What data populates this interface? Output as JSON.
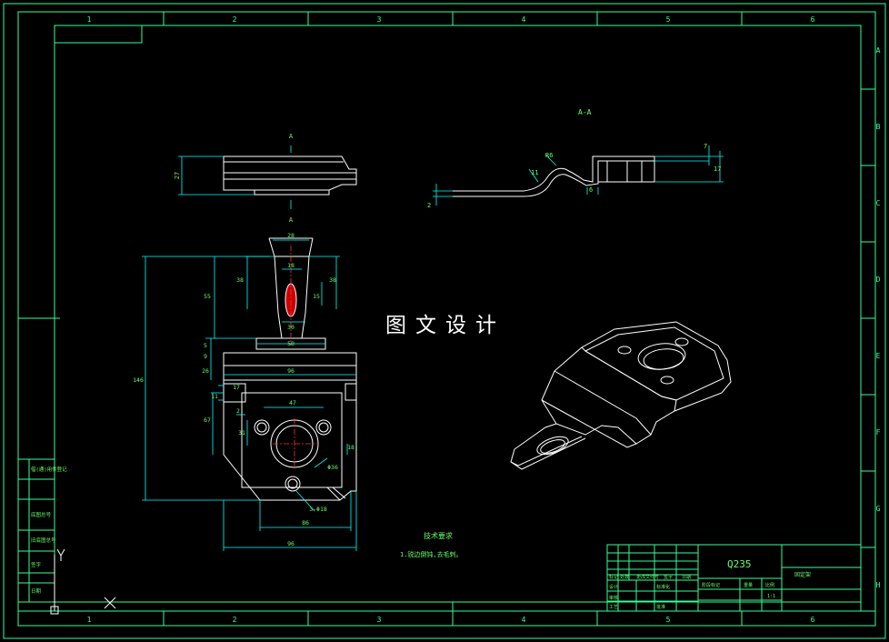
{
  "colors": {
    "background": "#000000",
    "frame": "#33ff99",
    "part_outline": "#ffffff",
    "dimension": "#00ffff",
    "text_green": "#66ff66",
    "centerline_red": "#ff3333",
    "fill_red": "#cc0000"
  },
  "border": {
    "columns": [
      "1",
      "2",
      "3",
      "4",
      "5",
      "6"
    ],
    "rows": [
      "A",
      "B",
      "C",
      "D",
      "E",
      "F",
      "G",
      "H"
    ]
  },
  "views": {
    "top_view_label": "A",
    "bottom_view_label": "A",
    "section_label": "A-A"
  },
  "watermark": "图文设计",
  "dimensions": {
    "front_top_width": "28",
    "front_hole_width": "18",
    "front_left_38": "38",
    "front_right_38": "38",
    "front_r15": "15",
    "front_55": "55",
    "front_mid_30": "30",
    "front_50": "50",
    "front_total_height": "146",
    "front_5": "5",
    "front_9": "9",
    "front_26": "26",
    "front_96_top": "96",
    "front_17": "17",
    "front_11": "11",
    "front_47": "47",
    "front_2": "2",
    "front_67": "67",
    "front_31": "31",
    "front_18": "18",
    "front_phi36": "Φ36",
    "front_holes": "3-Φ18",
    "front_86": "86",
    "front_96_bottom": "96",
    "top_view_height": "27",
    "section_r6": "R6",
    "section_11": "11",
    "section_6": "6",
    "section_2": "2",
    "section_7": "7",
    "section_17": "17"
  },
  "tech_requirements": {
    "title": "技术要求",
    "line1": "1.锐边倒钝,去毛刺。"
  },
  "left_side_table": {
    "cells": [
      "借(通)用件登记",
      "旧底图总号",
      "底图总号",
      "签字",
      "日期"
    ]
  },
  "title_block": {
    "material": "Q235",
    "part_name": "固定架",
    "header_cells": [
      "标记",
      "处数",
      "更改文件号",
      "签字",
      "日期"
    ],
    "row_cells": [
      "设计",
      "审核",
      "工艺",
      "标准化",
      "批准"
    ],
    "stage_cells": [
      "阶段标记",
      "重量",
      "比例"
    ],
    "scale": "1:1"
  }
}
